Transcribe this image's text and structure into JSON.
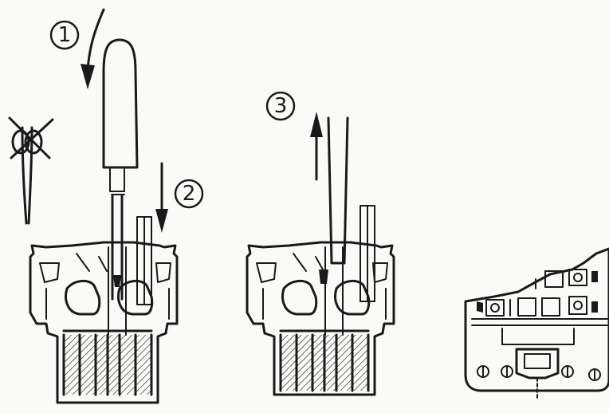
{
  "steps": [
    {
      "number": "1",
      "action": "insert-screwdriver"
    },
    {
      "number": "2",
      "action": "push-down"
    },
    {
      "number": "3",
      "action": "pull-out"
    }
  ],
  "icons": {
    "prohibited_tool": "crossed-out-pliers-icon",
    "screwdriver": "screwdriver-icon"
  },
  "colors": {
    "ink": "#1a1a1a",
    "background": "#fafaf8"
  }
}
